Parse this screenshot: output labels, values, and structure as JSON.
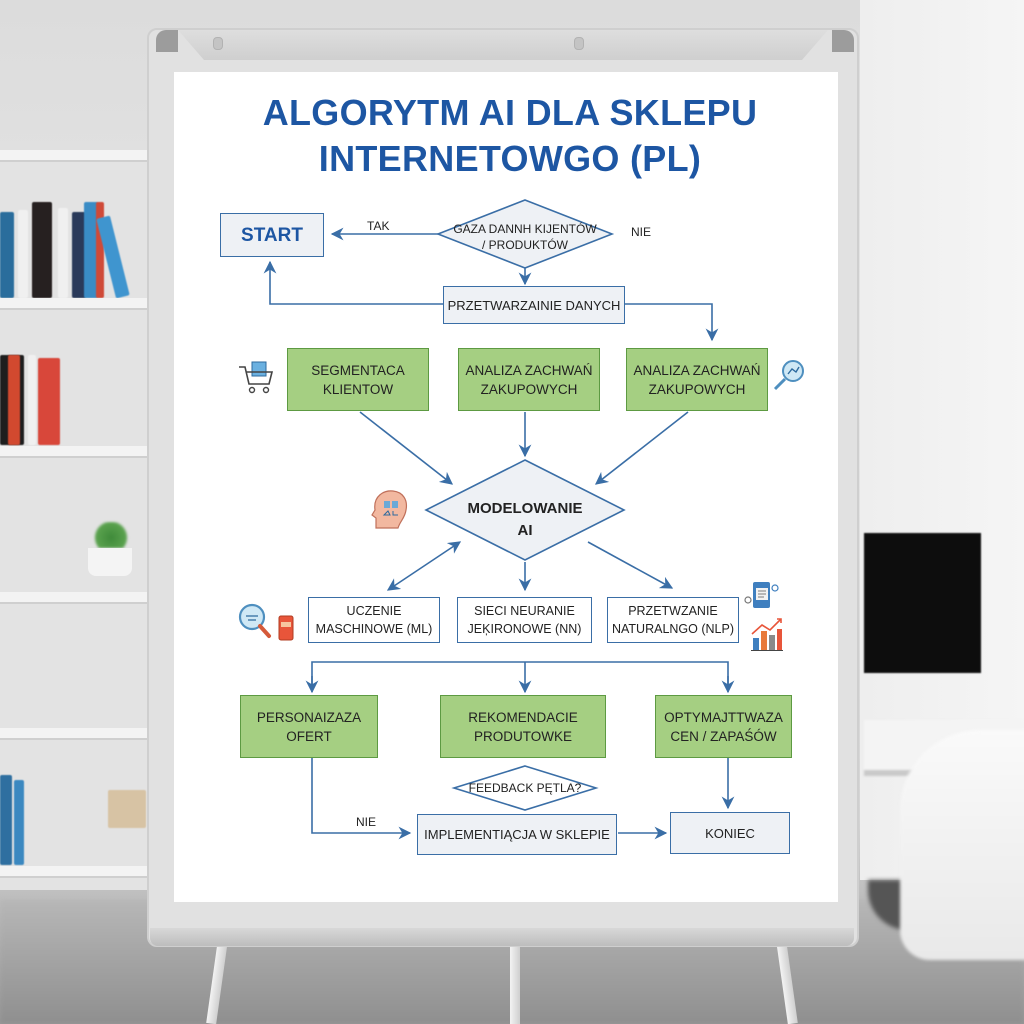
{
  "title": {
    "line1": "ALGORYTM AI DLA SKLEPU",
    "line2": "INTERNETOWGO (PL)"
  },
  "colors": {
    "title": "#1d56a3",
    "connector": "#3a6ea6",
    "green_box_fill": "#a5cf82",
    "green_box_border": "#5d9a42",
    "gray_box_fill": "#eef1f5"
  },
  "flowchart": {
    "start": "START",
    "decision_data": {
      "line1": "GAZA DANNH KIJENTÓW",
      "line2": "/ PRODUKTÓW"
    },
    "label_tak": "TAK",
    "label_nie_top": "NIE",
    "processing": "PRZETWARZAINIE DANYCH",
    "analysis_row": [
      {
        "line1": "SEGMENTACA",
        "line2": "KLIENTOW",
        "icon": "shopping-cart-icon"
      },
      {
        "line1": "ANALIZA ZACHWAŃ",
        "line2": "ZAKUPOWYCH",
        "icon": ""
      },
      {
        "line1": "ANALIZA ZACHWAŃ",
        "line2": "ZAKUPOWYCH",
        "icon": "magnifier-chart-icon"
      }
    ],
    "modeling": {
      "line1": "MODELOWANIE",
      "line2": "AI",
      "icon": "brain-head-icon"
    },
    "methods_row": [
      {
        "line1": "UCZENIE",
        "line2": "MASCHINOWE (ML)"
      },
      {
        "line1": "SIECI NEURANIE",
        "line2": "JEĶIRONOWE (NN)"
      },
      {
        "line1": "PRZETWZANIE",
        "line2": "NATURALNGO (NLP)"
      }
    ],
    "outcomes_row": [
      {
        "line1": "PERSONAIZAZA",
        "line2": "OFERT"
      },
      {
        "line1": "REKOMENDACIE",
        "line2": "PRODUTOWKE"
      },
      {
        "line1": "OPTYMAJTTWAZA",
        "line2": "CEN / ZAPAŚÓW"
      }
    ],
    "feedback_decision": "FEEDBACK PĘTLA?",
    "label_nie_bottom": "NIE",
    "implementation": "IMPLEMENTIĄCJA W SKLEPIE",
    "end": "KONIEC"
  }
}
